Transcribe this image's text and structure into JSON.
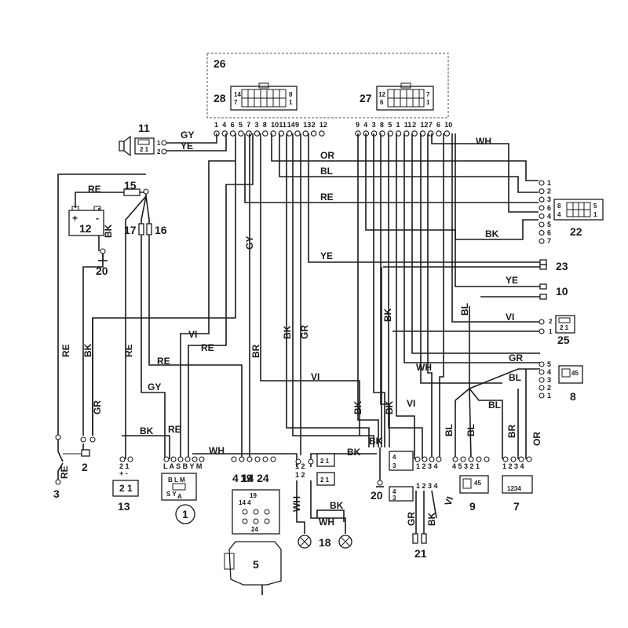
{
  "components": {
    "c26": "26",
    "c27": "27",
    "c28": "28",
    "c11": "11",
    "c12": "12",
    "c15": "15",
    "c16": "16",
    "c17": "17",
    "c20a": "20",
    "c20b": "20",
    "c22": "22",
    "c23": "23",
    "c10": "10",
    "c25": "25",
    "c8": "8",
    "c9": "9",
    "c7": "7",
    "c21": "21",
    "c18": "18",
    "c5": "5",
    "c13": "13",
    "c1": "1",
    "c2": "2",
    "c3": "3",
    "c4_14_24": "4  14  24",
    "c19": "19"
  },
  "connector28": {
    "tl": "14",
    "bl": "7",
    "tr": "8",
    "br": "1"
  },
  "connector27": {
    "tl": "12",
    "bl": "6",
    "tr": "7",
    "br": "1"
  },
  "ecu_pins_left": [
    "1",
    "4",
    "6",
    "5",
    "7",
    "3",
    "8",
    "10",
    "11",
    "14",
    "9",
    "13",
    "2",
    "12"
  ],
  "ecu_pins_right": [
    "9",
    "4",
    "3",
    "8",
    "5",
    "1",
    "11",
    "2",
    "12",
    "7",
    "6",
    "10"
  ],
  "wire_colors": {
    "gy": "GY",
    "ye": "YE",
    "re": "RE",
    "bk": "BK",
    "or": "OR",
    "bl": "BL",
    "wh": "WH",
    "vi": "VI",
    "gr": "GR",
    "br": "BR"
  },
  "pins": {
    "p22": [
      "1",
      "2",
      "3",
      "6",
      "4",
      "5",
      "6",
      "7"
    ],
    "c22_box": {
      "tl": "8",
      "bl": "4",
      "tr": "5",
      "br": "1"
    },
    "p8": [
      "5",
      "4",
      "3",
      "2",
      "1"
    ],
    "c8_box": "45",
    "p25": [
      "2",
      "1"
    ],
    "c25_box": "2 1",
    "c11_box": "2 1",
    "c11_pins": [
      "1",
      "2"
    ],
    "c12_plus": "+",
    "c12_minus": "-",
    "c13_pins": "2  1",
    "c13_signs": "+  -",
    "c13_box": "2 1",
    "c1_pins": "L A S B Y M",
    "c1_letters_top": "B L M",
    "c1_letters_bot": "S   Y",
    "c1_letter_a": "A",
    "c1_center": "1",
    "c19_top": "19",
    "c19_mid": "14      4",
    "c19_bot": "24",
    "c18_pins": "1  2",
    "c18_box": "2 1",
    "c20_pins": "1 2 3 4",
    "c20_box_top": "4",
    "c20_box_bot": "3",
    "c21_pins": "1  2  3  4",
    "c21_box_top": "4",
    "c21_box_bot": "3",
    "c9_pins": "4  5  3  2  1",
    "c9_box": "45",
    "c7_pins": "1  2  3  4",
    "c7_box": "1234"
  }
}
